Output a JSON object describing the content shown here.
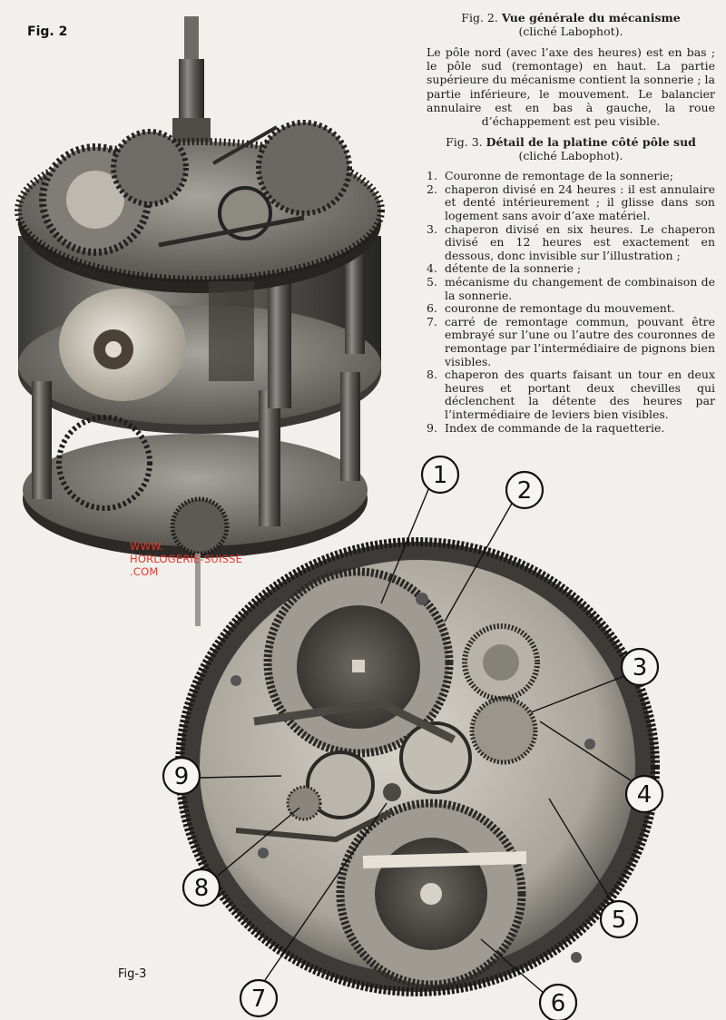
{
  "fig2": {
    "label": "Fig. 2",
    "title_prefix": "Fig. 2.",
    "title": "Vue générale du mécanisme",
    "credit": "(cliché Labophot).",
    "description": "Le pôle nord (avec l’axe des heures) est en bas ; le pôle sud (remontage) en haut. La partie supérieure du mécanisme contient la sonnerie ; la partie inférieure, le mouvement. Le balancier annulaire est en bas à gauche, la roue d’échappement est peu visible."
  },
  "fig3": {
    "label": "Fig-3",
    "title_prefix": "Fig. 3.",
    "title": "Détail de la platine côté pôle sud",
    "credit": "(cliché Labophot).",
    "legend": [
      {
        "num": "1.",
        "text": "Couronne de remontage de la sonnerie;"
      },
      {
        "num": "2.",
        "text": "chaperon divisé en 24 heures : il est annulaire et denté intérieurement ; il glisse dans son logement sans avoir d’axe matériel."
      },
      {
        "num": "3.",
        "text": "chaperon divisé en six heures. Le chaperon divisé en 12 heures est exactement en dessous, donc invisible sur l’illustration ;"
      },
      {
        "num": "4.",
        "text": "détente de la sonnerie ;"
      },
      {
        "num": "5.",
        "text": "mécanisme du changement de combinaison de la sonnerie."
      },
      {
        "num": "6.",
        "text": "couronne de remontage du mouvement."
      },
      {
        "num": "7.",
        "text": "carré de remontage commun, pouvant être embrayé sur l’une ou l’autre des couronnes de remontage par l’intermédiaire de pignons bien visibles."
      },
      {
        "num": "8.",
        "text": "chaperon des quarts faisant un tour en deux heures et portant deux chevilles qui déclenchent la détente des heures par l’intermédiaire de leviers bien visibles."
      },
      {
        "num": "9.",
        "text": "Index de commande de la raquetterie."
      }
    ],
    "callouts": [
      "1",
      "2",
      "3",
      "4",
      "5",
      "6",
      "7",
      "8",
      "9"
    ]
  },
  "watermark": {
    "line1": "WWW.",
    "line2": "HORLOGERIE-SUISSE",
    "line3": ".COM",
    "color": "#e8342c"
  }
}
